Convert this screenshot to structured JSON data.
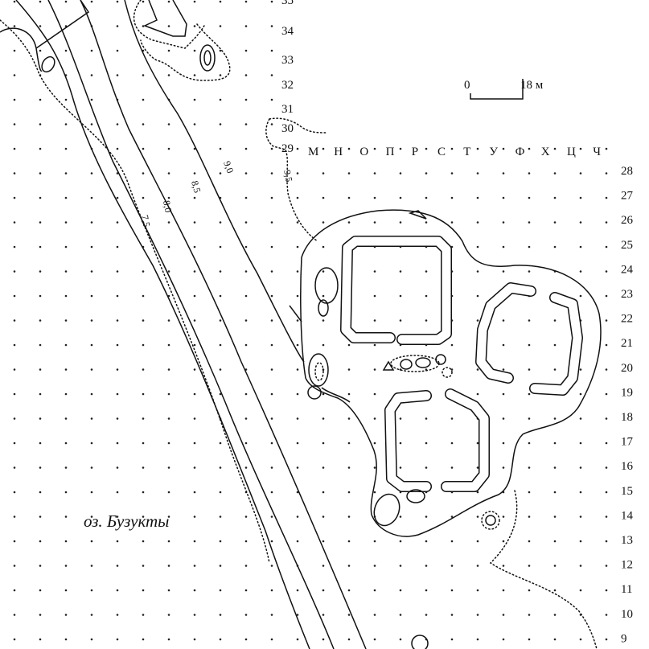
{
  "row_labels_left": [
    "35",
    "34",
    "33",
    "32",
    "31",
    "30",
    "29"
  ],
  "row_labels_right": [
    "28",
    "27",
    "26",
    "25",
    "24",
    "23",
    "22",
    "21",
    "20",
    "19",
    "18",
    "17",
    "16",
    "15",
    "14",
    "13",
    "12",
    "11",
    "10",
    "9"
  ],
  "column_labels": [
    "М",
    "Н",
    "О",
    "П",
    "Р",
    "С",
    "Т",
    "У",
    "Ф",
    "Х",
    "Ц",
    "Ч"
  ],
  "contour_labels": [
    "7,5",
    "8,0",
    "8,5",
    "9,0",
    "9,5"
  ],
  "scale": {
    "start": "0",
    "end": "18 м"
  },
  "lake_label": "оз. Бузукты"
}
